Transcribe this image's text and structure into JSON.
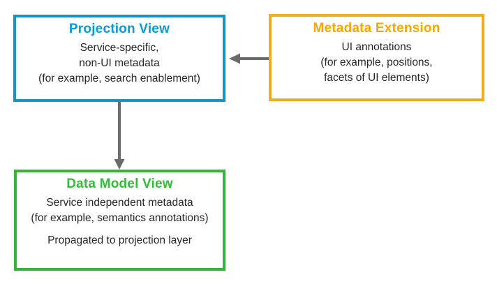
{
  "diagram": {
    "background_color": "#ffffff",
    "arrow_color": "#6b6b6b",
    "text_color": "#262626",
    "boxes": [
      {
        "id": "projection-view",
        "title": "Projection View",
        "title_color": "#009dd9",
        "border_color": "#1793bd",
        "lines": [
          "Service-specific,",
          "non-UI metadata",
          "(for example, search enablement)"
        ]
      },
      {
        "id": "metadata-extension",
        "title": "Metadata Extension",
        "title_color": "#f5a800",
        "border_color": "#efad20",
        "lines": [
          "UI annotations",
          "(for example, positions,",
          "facets of UI elements)"
        ]
      },
      {
        "id": "data-model-view",
        "title": "Data Model View",
        "title_color": "#2fbe35",
        "border_color": "#35b43c",
        "paragraphs": [
          [
            "Service independent metadata",
            "(for example, semantics annotations)"
          ],
          [
            "Propagated to projection layer"
          ]
        ]
      }
    ],
    "arrows": [
      {
        "name": "metadata-extension-to-projection-view",
        "direction": "left"
      },
      {
        "name": "projection-view-to-data-model-view",
        "direction": "down"
      }
    ]
  }
}
